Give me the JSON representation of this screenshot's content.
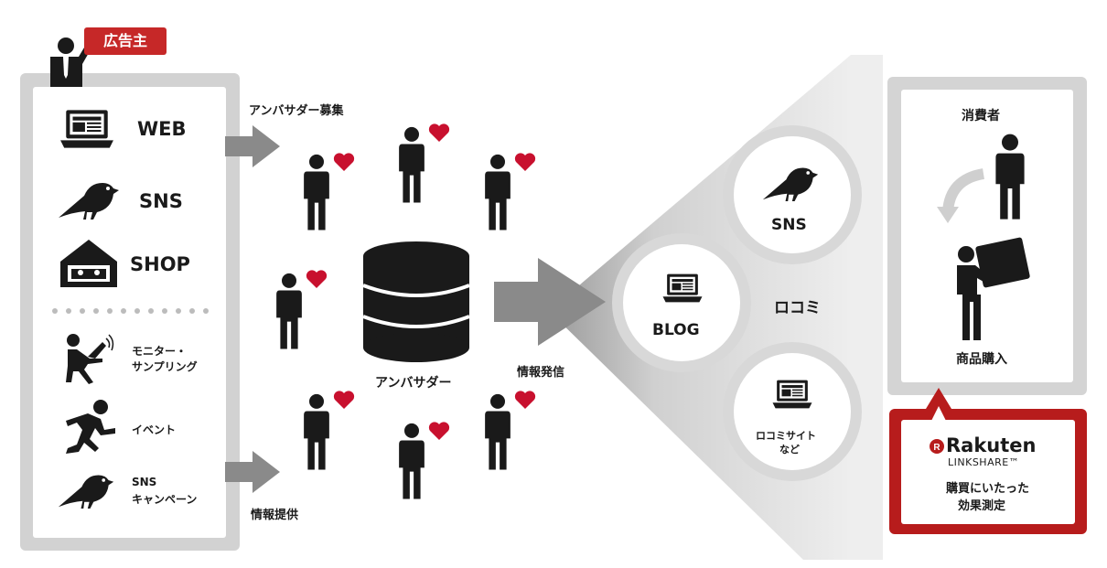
{
  "advertiser": {
    "tag": "広告主"
  },
  "channels": {
    "web": "WEB",
    "sns": "SNS",
    "shop": "SHOP",
    "monitor_line1": "モニター・",
    "monitor_line2": "サンプリング",
    "event": "イベント",
    "sns_campaign_line1": "SNS",
    "sns_campaign_line2": "キャンペーン"
  },
  "flow": {
    "recruit": "アンバサダー募集",
    "provide_info": "情報提供",
    "ambassador": "アンバサダー",
    "broadcast": "情報発信"
  },
  "media": {
    "sns": "SNS",
    "blog": "BLOG",
    "word_of_mouth": "ロコミ",
    "review_line1": "ロコミサイト",
    "review_line2": "など"
  },
  "consumer": {
    "title": "消費者",
    "purchase": "商品購入"
  },
  "rakuten": {
    "brand": "Rakuten",
    "sub": "LINKSHARE™",
    "line1": "購買にいたった",
    "line2": "効果測定"
  },
  "colors": {
    "accent_red": "#c62828",
    "heart_red": "#c8102e",
    "dark": "#1a1a1a",
    "panel_gray": "#d2d2d2"
  }
}
